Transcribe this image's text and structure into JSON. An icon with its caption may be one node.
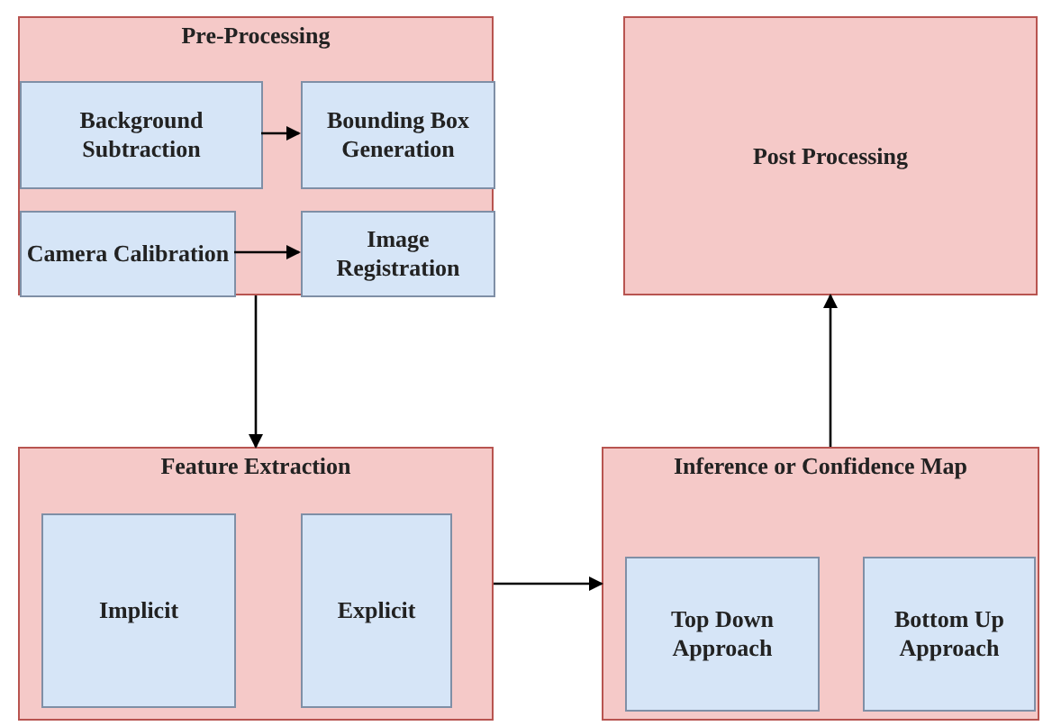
{
  "diagram": {
    "nodes": [
      {
        "text": [
          "Pre-Processing"
        ]
      },
      {
        "text": [
          "Background Subtraction"
        ],
        "in": 0
      },
      {
        "text": [
          "Bounding Box Generation"
        ],
        "in": 0
      },
      {
        "text": [
          "Camera Calibration"
        ],
        "in": 0
      },
      {
        "text": [
          "Image Registration"
        ],
        "in": 0
      },
      {
        "text": [
          "Post Processing"
        ]
      },
      {
        "text": [
          "Feature Extraction"
        ]
      },
      {
        "text": [
          "Implicit"
        ],
        "in": 6
      },
      {
        "text": [
          "Explicit"
        ],
        "in": 6
      },
      {
        "text": [
          "Inference or Confidence Map"
        ]
      },
      {
        "text": [
          "Top Down Approach"
        ],
        "in": 9
      },
      {
        "text": [
          "Bottom Up Approach"
        ],
        "in": 9
      }
    ],
    "edges": [
      {
        "from": 1,
        "to": 2,
        "arrow": "to"
      },
      {
        "from": 3,
        "to": 4,
        "arrow": "to"
      },
      {
        "from": 0,
        "to": 6,
        "arrow": "to"
      },
      {
        "from": 6,
        "to": 9,
        "arrow": "to"
      },
      {
        "from": 9,
        "to": 5,
        "arrow": "to"
      }
    ]
  }
}
